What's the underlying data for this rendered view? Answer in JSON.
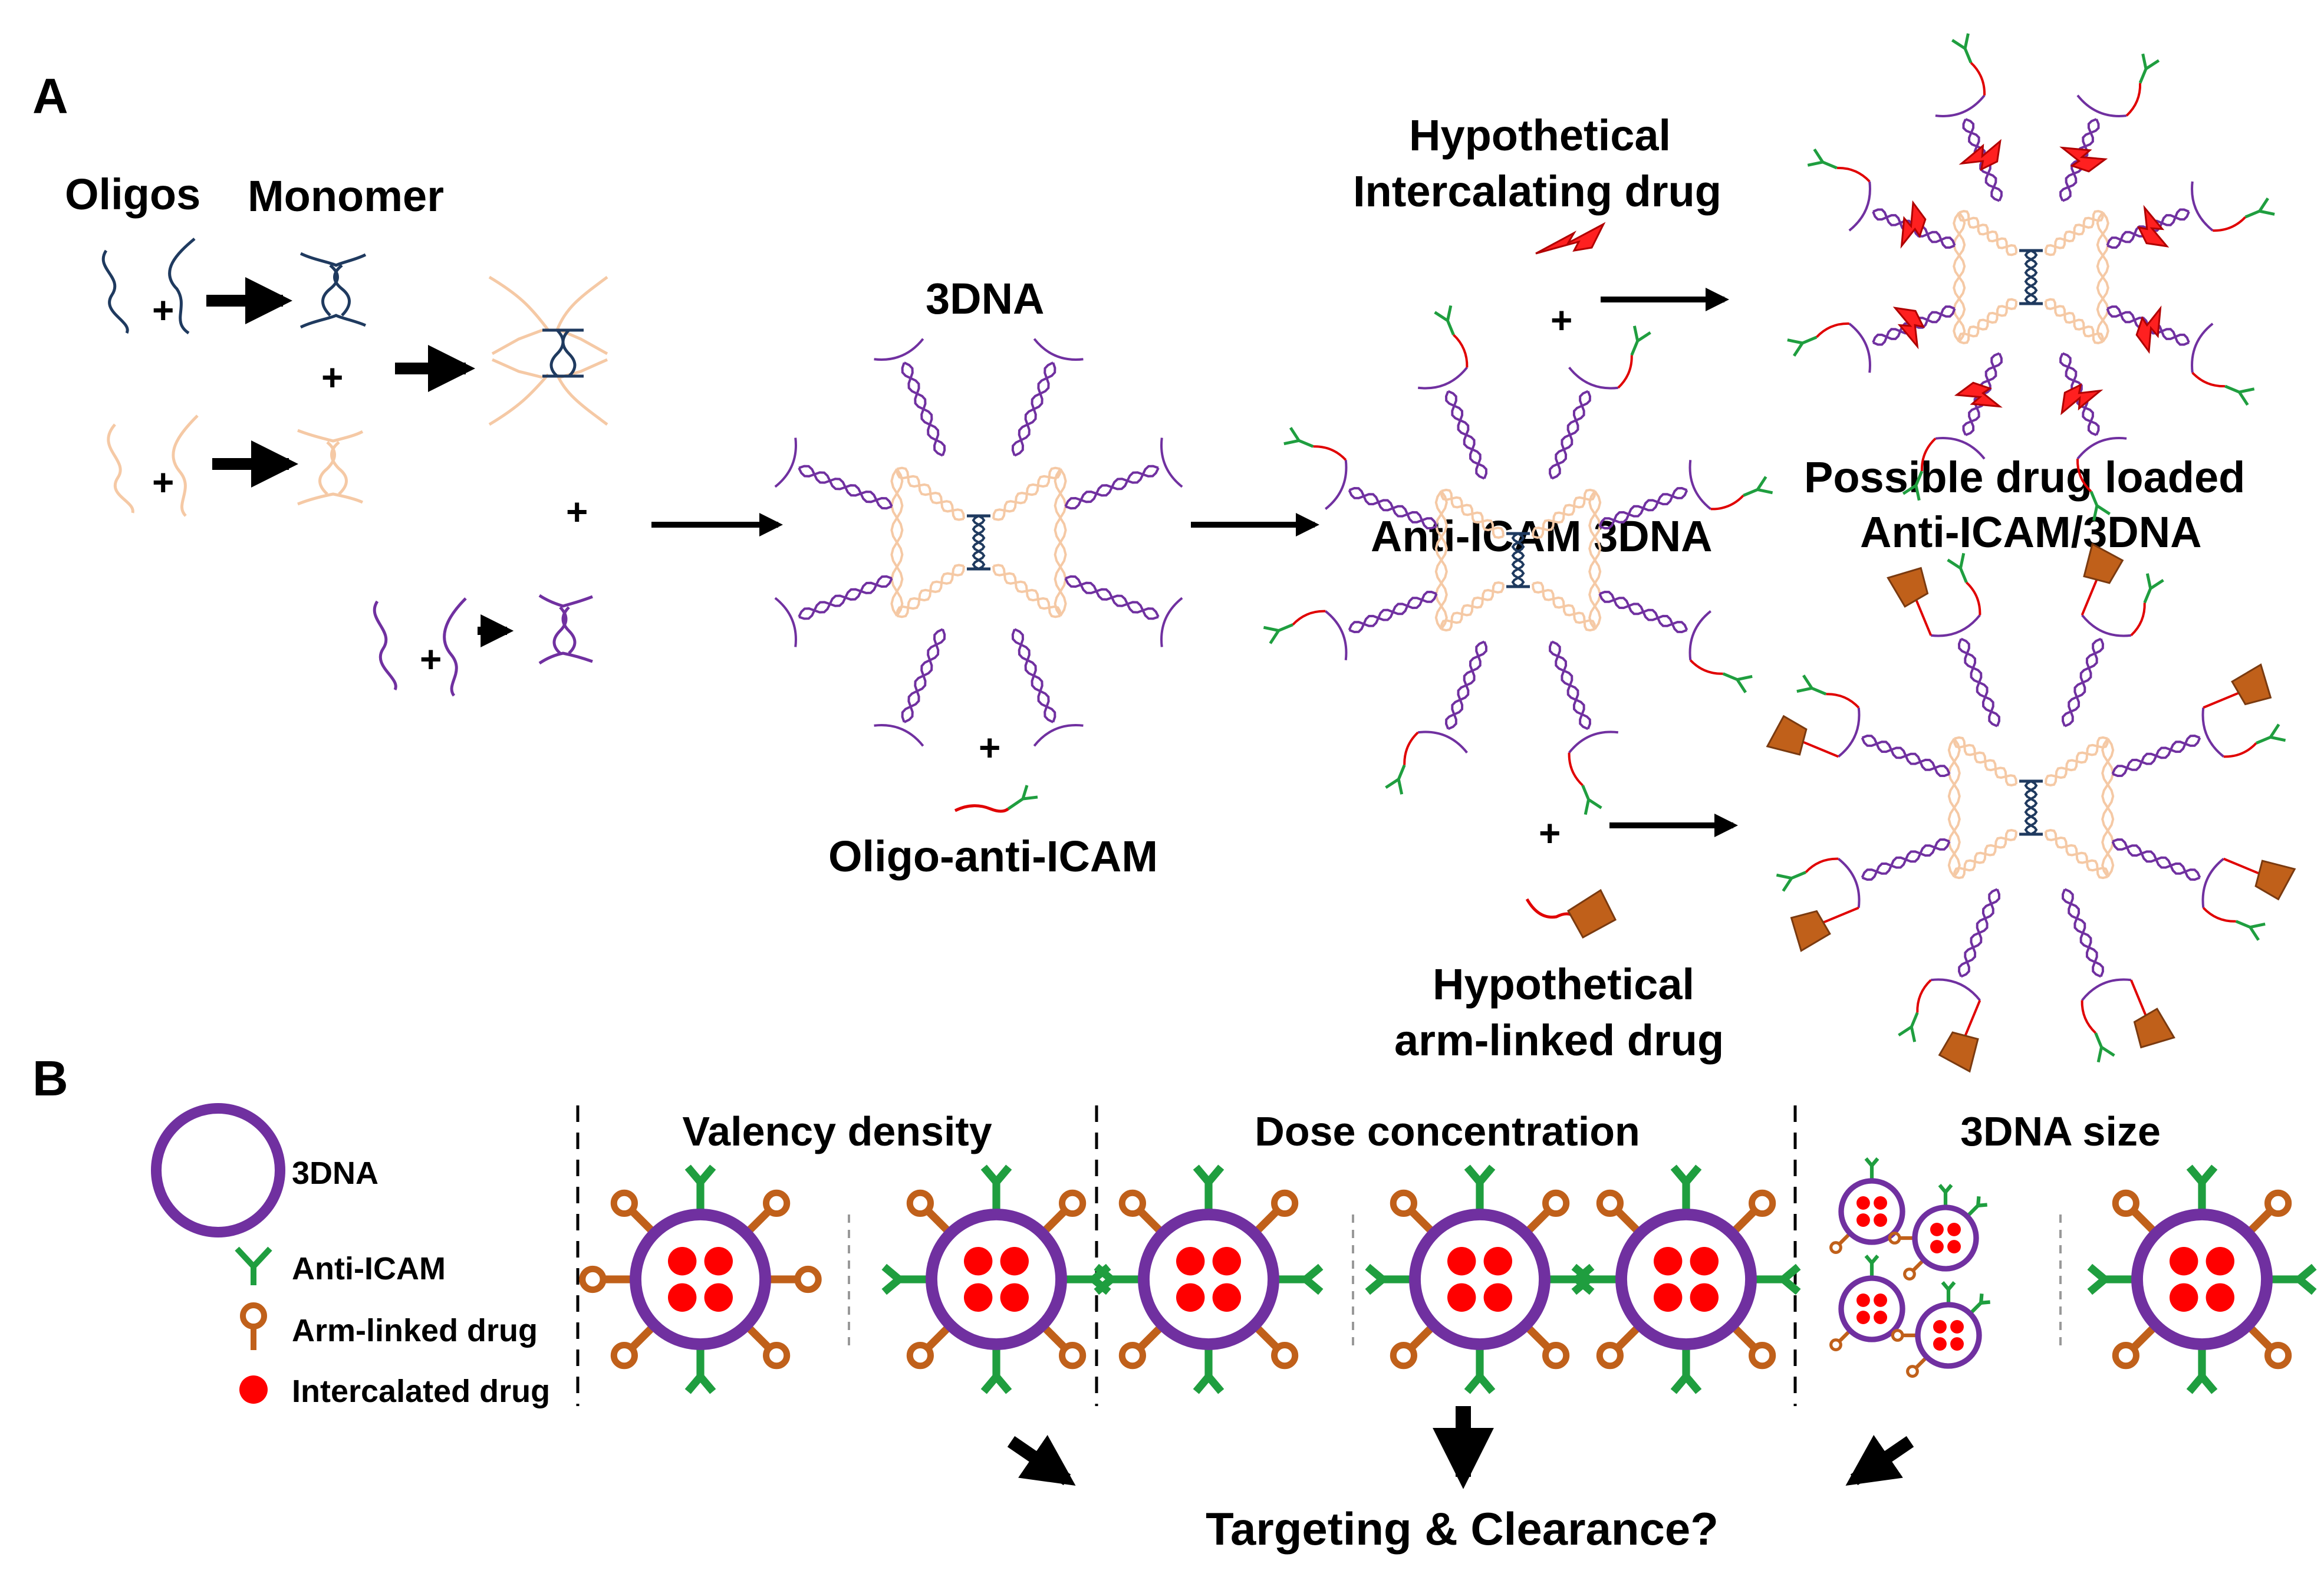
{
  "panel_a": {
    "panel_label": "A",
    "oligos_label": "Oligos",
    "monomer_label": "Monomer",
    "dna3_label": "3DNA",
    "oligo_anti_icam_label": "Oligo-anti-ICAM",
    "anti_icam_3dna_label": "Anti-ICAM 3DNA",
    "hypo_intercalating_line1": "Hypothetical",
    "hypo_intercalating_line2": "Intercalating drug",
    "possible_loaded_line1": "Possible drug loaded",
    "possible_loaded_line2": "Anti-ICAM/3DNA",
    "hypo_arm_line1": "Hypothetical",
    "hypo_arm_line2": "arm-linked drug",
    "plus": "+"
  },
  "panel_b": {
    "panel_label": "B",
    "legend": [
      {
        "label": "3DNA",
        "icon": "circle-icon",
        "color": "#7030a0"
      },
      {
        "label": "Anti-ICAM",
        "icon": "antibody-y-icon",
        "color": "#1f9e3f"
      },
      {
        "label": "Arm-linked drug",
        "icon": "arm-drug-icon",
        "color": "#c0601a"
      },
      {
        "label": "Intercalated drug",
        "icon": "red-dot-icon",
        "color": "#ff0000"
      }
    ],
    "section_titles": [
      "Valency density",
      "Dose concentration",
      "3DNA size"
    ],
    "conclusion": "Targeting & Clearance?"
  },
  "colors": {
    "dark_strand": "#1f3a5f",
    "peach_strand": "#f5c9a5",
    "purple_strand": "#7030a0",
    "linker_red": "#e00000",
    "antibody_green": "#1f9e3f",
    "drug_red": "#ff2020",
    "arm_drug_brown": "#c0601a"
  }
}
